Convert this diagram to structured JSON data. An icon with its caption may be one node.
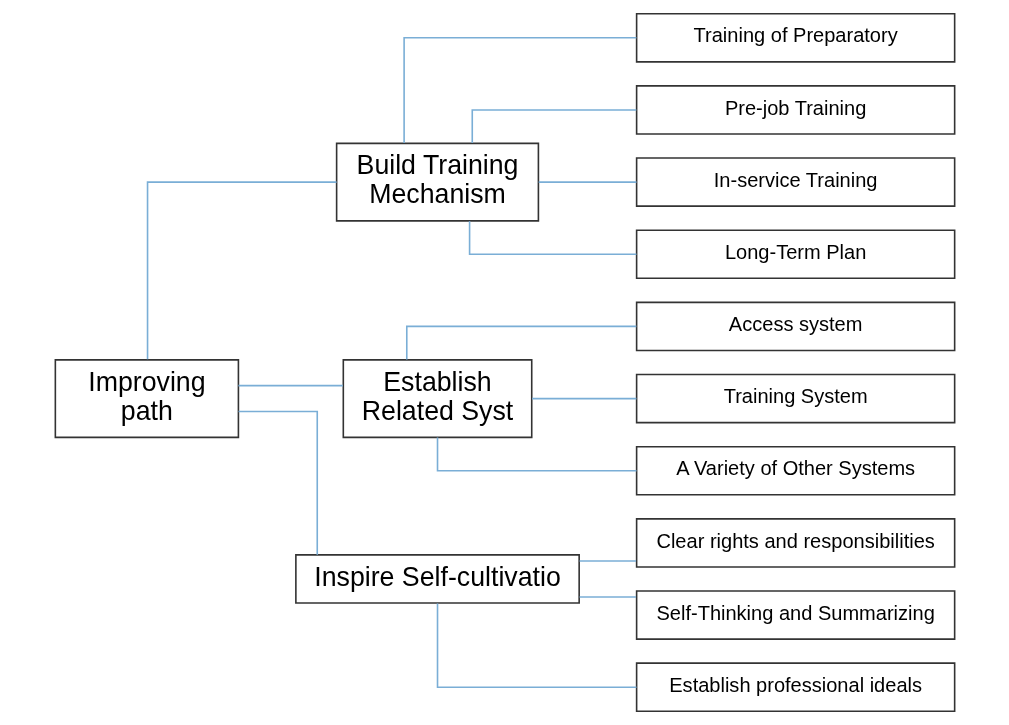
{
  "diagram": {
    "nodes": [
      {
        "text": [
          "Improving path"
        ]
      },
      {
        "text": [
          "Build Training Mechanism"
        ]
      },
      {
        "text": [
          "Training of Preparatory"
        ]
      },
      {
        "text": [
          "Pre-job Training"
        ]
      },
      {
        "text": [
          "In-service Training"
        ]
      },
      {
        "text": [
          "Long-Term Plan"
        ]
      },
      {
        "text": [
          "Establish Related Syst"
        ]
      },
      {
        "text": [
          "Access system"
        ]
      },
      {
        "text": [
          "Training System"
        ]
      },
      {
        "text": [
          "A Variety of Other Systems"
        ]
      },
      {
        "text": [
          "Inspire Self-cultivatio"
        ]
      },
      {
        "text": [
          "Clear rights and responsibilities"
        ]
      },
      {
        "text": [
          "Self-Thinking and Summarizing"
        ]
      },
      {
        "text": [
          "Establish professional ideals"
        ]
      }
    ],
    "edges": [
      {
        "from": 0,
        "to": 1,
        "arrow": "none"
      },
      {
        "from": 0,
        "to": 6,
        "arrow": "none"
      },
      {
        "from": 0,
        "to": 10,
        "arrow": "none"
      },
      {
        "from": 1,
        "to": 2,
        "arrow": "none"
      },
      {
        "from": 1,
        "to": 3,
        "arrow": "none"
      },
      {
        "from": 1,
        "to": 4,
        "arrow": "none"
      },
      {
        "from": 1,
        "to": 5,
        "arrow": "none"
      },
      {
        "from": 6,
        "to": 7,
        "arrow": "none"
      },
      {
        "from": 6,
        "to": 8,
        "arrow": "none"
      },
      {
        "from": 6,
        "to": 9,
        "arrow": "none"
      },
      {
        "from": 10,
        "to": 11,
        "arrow": "none"
      },
      {
        "from": 10,
        "to": 12,
        "arrow": "none"
      },
      {
        "from": 10,
        "to": 13,
        "arrow": "none"
      }
    ]
  }
}
